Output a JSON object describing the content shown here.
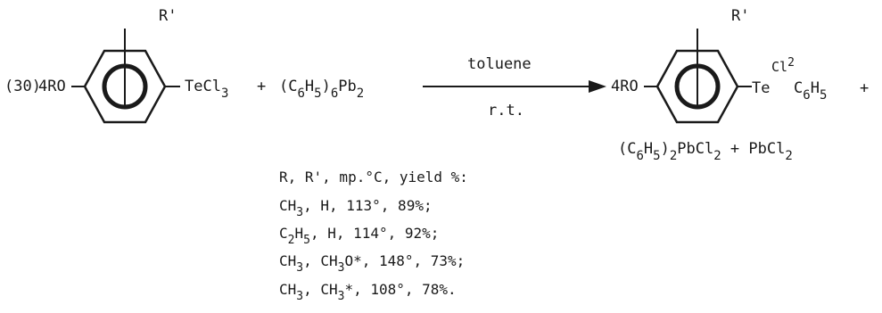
{
  "scheme": {
    "number": "(30)",
    "reactant_left_group": "4RO",
    "reactant_substituent": "R'",
    "reactant_te": "TeCl",
    "reactant_te_sub": "3",
    "plus1": "+",
    "reagent": {
      "p1": "(C",
      "p2": "6",
      "p3": "H",
      "p4": "5",
      "p5": ")",
      "p6": "6",
      "p7": "Pb",
      "p8": "2"
    },
    "arrow_above": "toluene",
    "arrow_below": "r.t.",
    "product_left_group": "4RO",
    "product_substituent": "R'",
    "product_te": "Te",
    "product_cl": "Cl",
    "product_cl_sub": "2",
    "product_ph": "C",
    "product_ph_sub1": "6",
    "product_ph_h": "H",
    "product_ph_sub2": "5",
    "plus2": "+",
    "byproduct": {
      "p1": "(C",
      "p2": "6",
      "p3": "H",
      "p4": "5",
      "p5": ")",
      "p6": "2",
      "p7": "PbCl",
      "p8": "2",
      "p9": " + PbCl",
      "p10": "2"
    }
  },
  "table": {
    "header": "R, R', mp.°C, yield %:",
    "rows": [
      {
        "a": "CH",
        "b": "3",
        "c": ", H, 113°, 89%;"
      },
      {
        "a": "C",
        "b": "2",
        "c": "H",
        "d": "5",
        "e": ", H, 114°, 92%;"
      },
      {
        "a": "CH",
        "b": "3",
        "c": ", CH",
        "d": "3",
        "e": "O*, 148°, 73%;"
      },
      {
        "a": "CH",
        "b": "3",
        "c": ", CH",
        "d": "3",
        "e": "*, 108°, 78%."
      }
    ]
  }
}
